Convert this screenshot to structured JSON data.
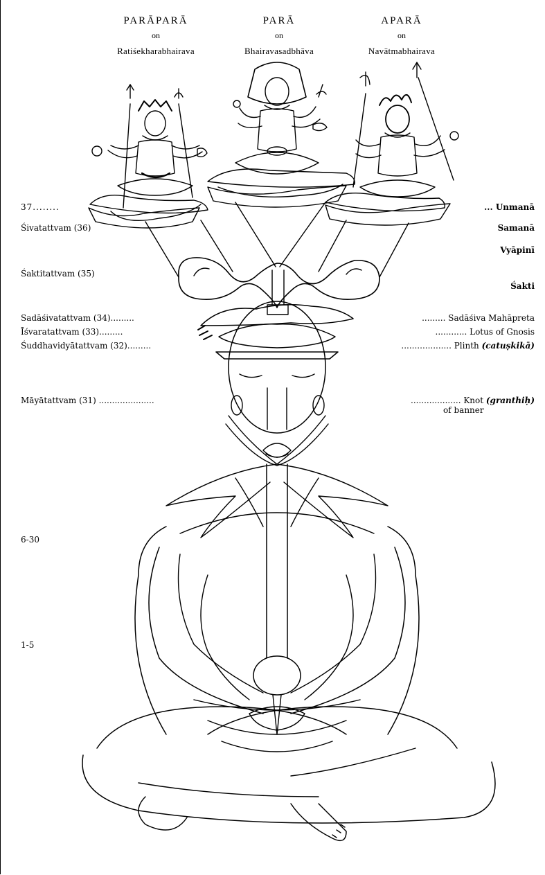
{
  "header": {
    "left": {
      "title": "PARĀPARĀ",
      "on": "on",
      "subtitle": "Ratiśekharabhairava"
    },
    "center": {
      "title": "PARĀ",
      "on": "on",
      "subtitle": "Bhairavasadbhāva"
    },
    "right": {
      "title": "APARĀ",
      "on": "on",
      "subtitle": "Navātmabhairava"
    }
  },
  "left_labels": {
    "l37": "37........",
    "sivatattvam": "Śivatattvam (36)",
    "saktitattvam": "Śaktitattvam (35)",
    "sadasivatattvam": "Sadāśivatattvam (34).........",
    "isvaratattvam": "Īśvaratattvam (33).........",
    "suddhavidya": "Śuddhavidyātattvam (32).........",
    "mayatattvam": "Māyātattvam (31) .....................",
    "l6_30": "6-30",
    "l1_5": "1-5"
  },
  "right_labels": {
    "unmana": "... Unmanā",
    "samana": "Samanā",
    "vyapini": "Vyāpinī",
    "sakti": "Śakti",
    "sadasiva_mahapreta": "......... Sadāśiva Mahāpreta",
    "lotus_of_gnosis": "............ Lotus of Gnosis",
    "plinth_prefix": "................... Plinth ",
    "plinth_term": "(catuṣkikā)",
    "knot_prefix": "................... Knot ",
    "knot_term": "(granthiḥ)",
    "of_banner": "of banner"
  }
}
